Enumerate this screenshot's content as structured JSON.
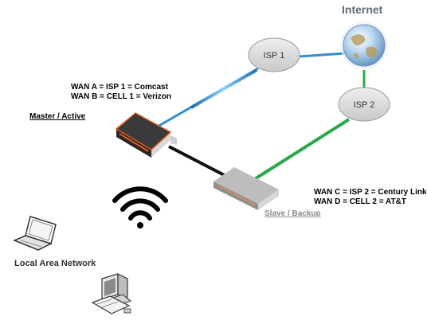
{
  "internet_label": "Internet",
  "isp1_label": "ISP 1",
  "isp2_label": "ISP 2",
  "wan_left": {
    "line1": "WAN A = ISP 1 = Comcast",
    "line2": "WAN B = CELL 1 = Verizon"
  },
  "wan_right": {
    "line1": "WAN C = ISP 2 = Century Link",
    "line2": "WAN D = CELL 2 = AT&T"
  },
  "master_label": "Master / Active",
  "slave_label": "Slave / Backup",
  "lan_label": "Local Area Network",
  "colors": {
    "isp1_link": "#2f8fd6",
    "isp2_link": "#2aa84a",
    "internet_link_green": "#2aa84a",
    "lan_link": "#111111",
    "isp_bubble": "#d8d8d8",
    "router_accent": "#e05a1e"
  },
  "icons": [
    "globe-icon",
    "router-icon",
    "wifi-icon",
    "laptop-icon",
    "desktop-computer-icon"
  ]
}
